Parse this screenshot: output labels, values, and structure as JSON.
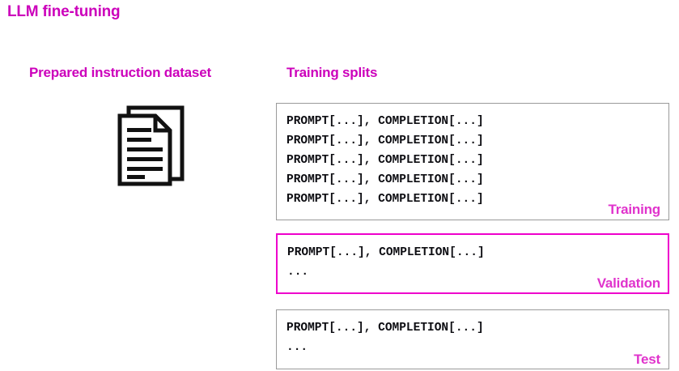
{
  "slide": {
    "title": "LLM fine-tuning",
    "accent_color": "#CC00BB",
    "label_color": "#E033CC",
    "highlight_border_color": "#EE00CC",
    "box_border_color": "#9A9A9A"
  },
  "columns": {
    "dataset_heading": "Prepared instruction dataset",
    "splits_heading": "Training splits"
  },
  "dataset_icon": {
    "name": "document-stack-icon",
    "pages": 2,
    "text_lines": 7
  },
  "splits": [
    {
      "id": "training",
      "label": "Training",
      "highlighted": false,
      "lines": [
        "PROMPT[...], COMPLETION[...]",
        "PROMPT[...], COMPLETION[...]",
        "PROMPT[...], COMPLETION[...]",
        "PROMPT[...], COMPLETION[...]",
        "PROMPT[...], COMPLETION[...]"
      ]
    },
    {
      "id": "validation",
      "label": "Validation",
      "highlighted": true,
      "lines": [
        "PROMPT[...], COMPLETION[...]",
        "..."
      ]
    },
    {
      "id": "test",
      "label": "Test",
      "highlighted": false,
      "lines": [
        "PROMPT[...], COMPLETION[...]",
        "..."
      ]
    }
  ]
}
